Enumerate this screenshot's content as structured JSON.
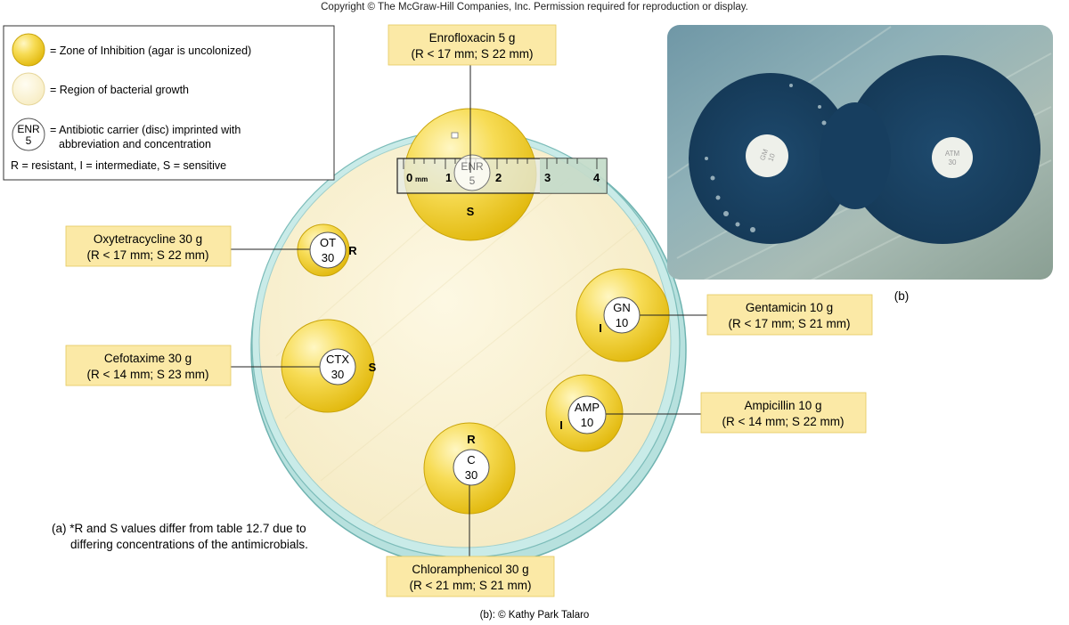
{
  "header": {
    "copyright": "Copyright © The McGraw-Hill Companies, Inc. Permission required for reproduction or display."
  },
  "legend": {
    "zone": "= Zone of Inhibition (agar is uncolonized)",
    "growth": "= Region of bacterial growth",
    "disc_line1": "= Antibiotic carrier (disc) imprinted with",
    "disc_line2": "abbreviation and concentration",
    "disc_abbr": "ENR",
    "disc_conc": "5",
    "key": "R = resistant, I = intermediate, S = sensitive"
  },
  "antibiotics": {
    "enr": {
      "name": "Enrofloxacin 5 g",
      "range": "(R < 17 mm; S  22 mm)",
      "abbr": "ENR",
      "conc": "5",
      "result": "S"
    },
    "ot": {
      "name": "Oxytetracycline 30 g",
      "range": "(R < 17 mm; S  22 mm)",
      "abbr": "OT",
      "conc": "30",
      "result": "R"
    },
    "ctx": {
      "name": "Cefotaxime 30 g",
      "range": "(R < 14 mm; S  23 mm)",
      "abbr": "CTX",
      "conc": "30",
      "result": "S"
    },
    "gn": {
      "name": "Gentamicin 10 g",
      "range": "(R < 17 mm; S  21 mm)",
      "abbr": "GN",
      "conc": "10",
      "result": "I"
    },
    "amp": {
      "name": "Ampicillin 10 g",
      "range": "(R < 14 mm; S  22 mm)",
      "abbr": "AMP",
      "conc": "10",
      "result": "I"
    },
    "c": {
      "name": "Chloramphenicol 30 g",
      "range": "(R < 21 mm; S  21 mm)",
      "abbr": "C",
      "conc": "30",
      "result": "R"
    }
  },
  "ruler": {
    "unit": "mm",
    "ticks": [
      "0",
      "1",
      "2",
      "3",
      "4"
    ]
  },
  "photo": {
    "disc_left_line1": "GM",
    "disc_left_line2": "10",
    "disc_right_line1": "ATM",
    "disc_right_line2": "30"
  },
  "labels": {
    "b": "(b)"
  },
  "caption": {
    "line1": "(a) *R and S values differ from table 12.7 due to",
    "line2": "differing concentrations of the antimicrobials."
  },
  "credit": "(b): © Kathy Park Talaro",
  "colors": {
    "zone": "#f2cf2a",
    "agar": "#fbf4d4",
    "callout": "#fbe9a6",
    "plate_rim": "#a8dcd8"
  }
}
